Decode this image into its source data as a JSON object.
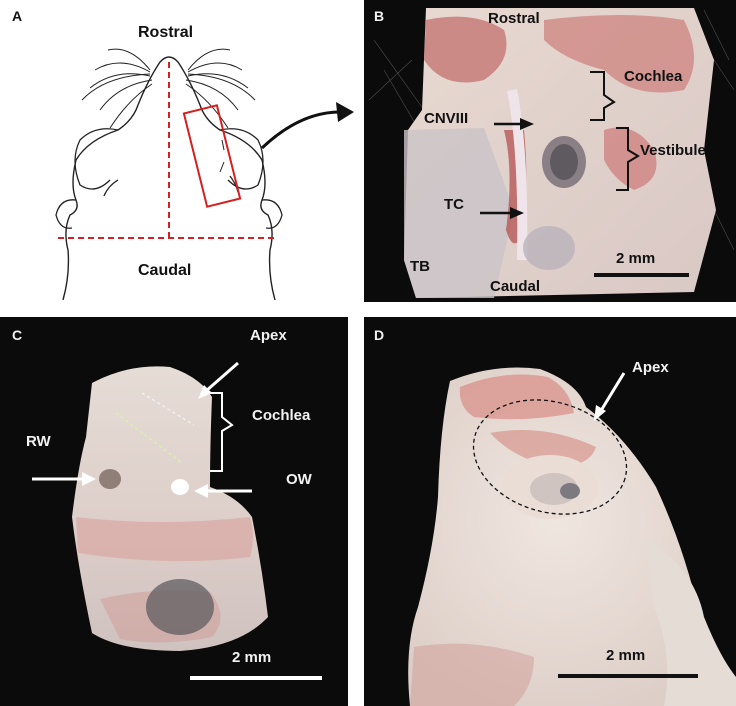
{
  "panels": {
    "a": {
      "letter": "A",
      "rostral": "Rostral",
      "caudal": "Caudal"
    },
    "b": {
      "letter": "B",
      "rostral": "Rostral",
      "cochlea": "Cochlea",
      "cnviii": "CNVIII",
      "vestibule": "Vestibule",
      "tc": "TC",
      "tb": "TB",
      "caudal": "Caudal",
      "scale": "2 mm"
    },
    "c": {
      "letter": "C",
      "apex": "Apex",
      "cochlea": "Cochlea",
      "rw": "RW",
      "ow": "OW",
      "scale": "2 mm"
    },
    "d": {
      "letter": "D",
      "apex": "Apex",
      "scale": "2 mm"
    }
  },
  "colors": {
    "outline_box": "#d42020",
    "midline_dash": "#d42020",
    "panel_background": "#0b0b0b",
    "arrow_dark": "#111111",
    "arrow_light": "#ffffff"
  }
}
